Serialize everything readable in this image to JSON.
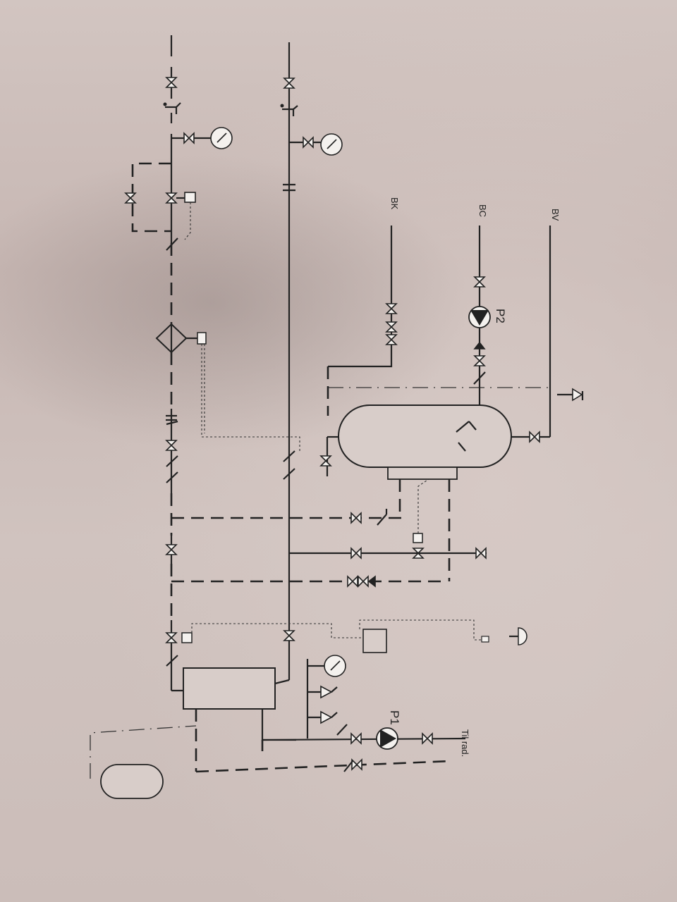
{
  "labels": {
    "bk": "BK",
    "bc": "BC",
    "bv": "BV",
    "p1": "P1",
    "p2": "P2",
    "til_rad": "Til rad."
  }
}
